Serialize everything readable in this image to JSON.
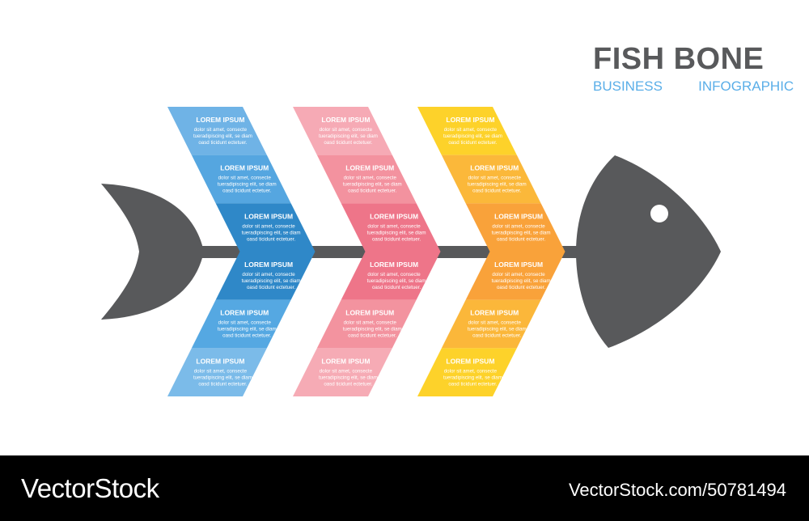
{
  "header": {
    "title": "FISH BONE",
    "subtitle": "BUSINESS   INFOGRAPHIC"
  },
  "colors": {
    "bone": "#58595b",
    "chevrons": [
      [
        "#6fb3e6",
        "#55a6e0",
        "#2f88c8",
        "#2f88c8",
        "#55a8e2",
        "#7bbbe9"
      ],
      [
        "#f6aab5",
        "#f3929f",
        "#ee7589",
        "#ee7589",
        "#f3939f",
        "#f6abb5"
      ],
      [
        "#fdd22a",
        "#fbb83a",
        "#f9a23a",
        "#f9a23a",
        "#fbb73a",
        "#fdd22a"
      ]
    ]
  },
  "chevrons": [
    {
      "segments": [
        {
          "title": "LOREM IPSUM",
          "lines": [
            "dolor sit amet, consecte",
            "tueradipiscing elit, se diam",
            "oasd ticidunt ectetuer."
          ]
        },
        {
          "title": "LOREM IPSUM",
          "lines": [
            "dolor sit amet, consecte",
            "tueradipiscing elit, se diam",
            "oasd ticidunt ectetuer."
          ]
        },
        {
          "title": "LOREM IPSUM",
          "lines": [
            "dolor sit amet, consecte",
            "tueradipiscing elit, se diam",
            "oasd ticidunt ectetuer."
          ]
        },
        {
          "title": "LOREM IPSUM",
          "lines": [
            "dolor sit amet, consecte",
            "tueradipiscing elit, se diam",
            "oasd ticidunt ectetuer."
          ]
        },
        {
          "title": "LOREM IPSUM",
          "lines": [
            "dolor sit amet, consecte",
            "tueradipiscing elit, se diam",
            "oasd ticidunt ectetuer."
          ]
        },
        {
          "title": "LOREM IPSUM",
          "lines": [
            "dolor sit amet, consecte",
            "tueradipiscing elit, se diam",
            "oasd ticidunt ectetuer."
          ]
        }
      ]
    },
    {
      "segments": [
        {
          "title": "LOREM IPSUM",
          "lines": [
            "dolor sit amet, consecte",
            "tueradipiscing elit, se diam",
            "oasd ticidunt ectetuer."
          ]
        },
        {
          "title": "LOREM IPSUM",
          "lines": [
            "dolor sit amet, consecte",
            "tueradipiscing elit, se diam",
            "oasd ticidunt ectetuer."
          ]
        },
        {
          "title": "LOREM IPSUM",
          "lines": [
            "dolor sit amet, consecte",
            "tueradipiscing elit, se diam",
            "oasd ticidunt ectetuer."
          ]
        },
        {
          "title": "LOREM IPSUM",
          "lines": [
            "dolor sit amet, consecte",
            "tueradipiscing elit, se diam",
            "oasd ticidunt ectetuer."
          ]
        },
        {
          "title": "LOREM IPSUM",
          "lines": [
            "dolor sit amet, consecte",
            "tueradipiscing elit, se diam",
            "oasd ticidunt ectetuer."
          ]
        },
        {
          "title": "LOREM IPSUM",
          "lines": [
            "dolor sit amet, consecte",
            "tueradipiscing elit, se diam",
            "oasd ticidunt ectetuer."
          ]
        }
      ]
    },
    {
      "segments": [
        {
          "title": "LOREM IPSUM",
          "lines": [
            "dolor sit amet, consecte",
            "tueradipiscing elit, se diam",
            "oasd ticidunt ectetuer."
          ]
        },
        {
          "title": "LOREM IPSUM",
          "lines": [
            "dolor sit amet, consecte",
            "tueradipiscing elit, se diam",
            "oasd ticidunt ectetuer."
          ]
        },
        {
          "title": "LOREM IPSUM",
          "lines": [
            "dolor sit amet, consecte",
            "tueradipiscing elit, se diam",
            "oasd ticidunt ectetuer."
          ]
        },
        {
          "title": "LOREM IPSUM",
          "lines": [
            "dolor sit amet, consecte",
            "tueradipiscing elit, se diam",
            "oasd ticidunt ectetuer."
          ]
        },
        {
          "title": "LOREM IPSUM",
          "lines": [
            "dolor sit amet, consecte",
            "tueradipiscing elit, se diam",
            "oasd ticidunt ectetuer."
          ]
        },
        {
          "title": "LOREM IPSUM",
          "lines": [
            "dolor sit amet, consecte",
            "tueradipiscing elit, se diam",
            "oasd ticidunt ectetuer."
          ]
        }
      ]
    }
  ],
  "footer": {
    "brand": "VectorStock",
    "brand_mark": "®",
    "stock_id": "VectorStock.com/50781494"
  }
}
